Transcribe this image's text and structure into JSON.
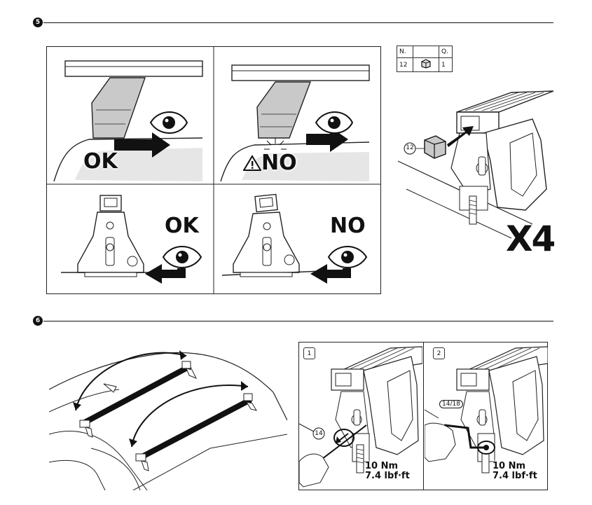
{
  "steps": [
    {
      "number": "5"
    },
    {
      "number": "6"
    }
  ],
  "step5": {
    "panels": [
      {
        "label": "OK",
        "warning": false
      },
      {
        "label": "NO",
        "warning": true
      },
      {
        "label": "OK",
        "warning": false
      },
      {
        "label": "NO",
        "warning": false
      }
    ],
    "parts_table": {
      "headers": [
        "N.",
        "",
        "Q."
      ],
      "row": {
        "number": "12",
        "icon": "end-cap-icon",
        "quantity": "1"
      }
    },
    "callout_part": "12",
    "multiplier": "X4"
  },
  "step6": {
    "substeps": [
      {
        "number": "1",
        "tool_size": "14",
        "torque_nm": "10 Nm",
        "torque_lbf": "7.4 lbf·ft"
      },
      {
        "number": "2",
        "tool_size": "14/18",
        "torque_nm": "10 Nm",
        "torque_lbf": "7.4 lbf·ft"
      }
    ]
  },
  "colors": {
    "ink": "#111111",
    "gray_fill": "#c9c9c9",
    "light_fill": "#e6e6e6"
  }
}
